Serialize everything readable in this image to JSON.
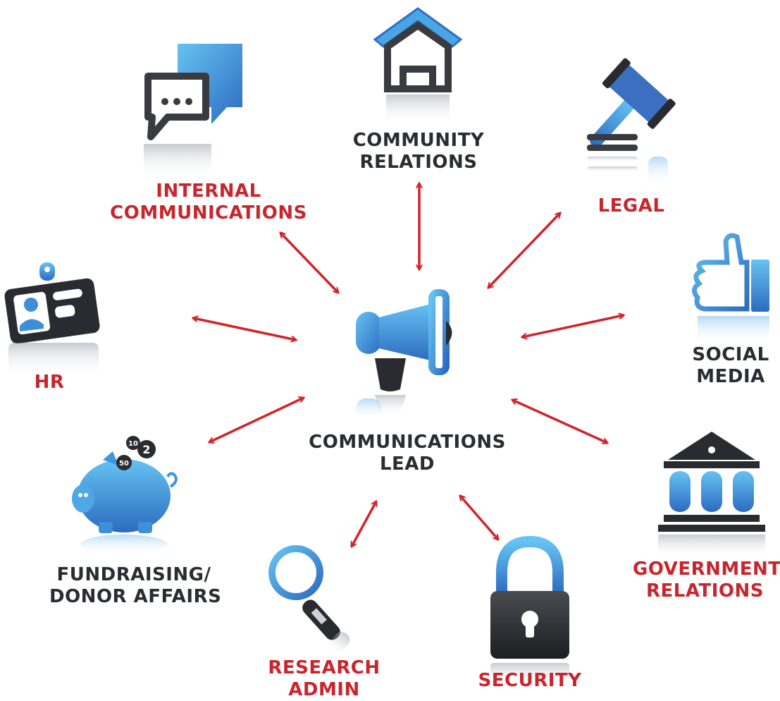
{
  "center": {
    "name": "COMMUNICATIONS LEAD",
    "lines": [
      "COMMUNICATIONS",
      "LEAD"
    ],
    "icon": "megaphone-icon"
  },
  "nodes": [
    {
      "id": "community-relations",
      "lines": [
        "COMMUNITY",
        "RELATIONS"
      ],
      "icon": "house-icon"
    },
    {
      "id": "legal",
      "lines": [
        "LEGAL"
      ],
      "icon": "gavel-icon"
    },
    {
      "id": "social-media",
      "lines": [
        "SOCIAL",
        "MEDIA"
      ],
      "icon": "thumbs-up-icon"
    },
    {
      "id": "government-relations",
      "lines": [
        "GOVERNMENT",
        "RELATIONS"
      ],
      "icon": "government-building-icon"
    },
    {
      "id": "security",
      "lines": [
        "SECURITY"
      ],
      "icon": "padlock-icon"
    },
    {
      "id": "research-admin",
      "lines": [
        "RESEARCH",
        "ADMIN"
      ],
      "icon": "magnifier-icon"
    },
    {
      "id": "fundraising",
      "lines": [
        "FUNDRAISING/",
        "DONOR AFFAIRS"
      ],
      "icon": "piggy-bank-icon"
    },
    {
      "id": "hr",
      "lines": [
        "HR"
      ],
      "icon": "id-badge-icon"
    },
    {
      "id": "internal-communications",
      "lines": [
        "INTERNAL",
        "COMMUNICATIONS"
      ],
      "icon": "chat-bubbles-icon"
    }
  ],
  "coins": [
    "10",
    "2",
    "50"
  ],
  "colors": {
    "arrow": "#d2232a",
    "label": "#2a2c33",
    "dark_icon": "#3a3b40",
    "blue_light": "#5fb8ee",
    "blue_dark": "#2f6fc2"
  }
}
